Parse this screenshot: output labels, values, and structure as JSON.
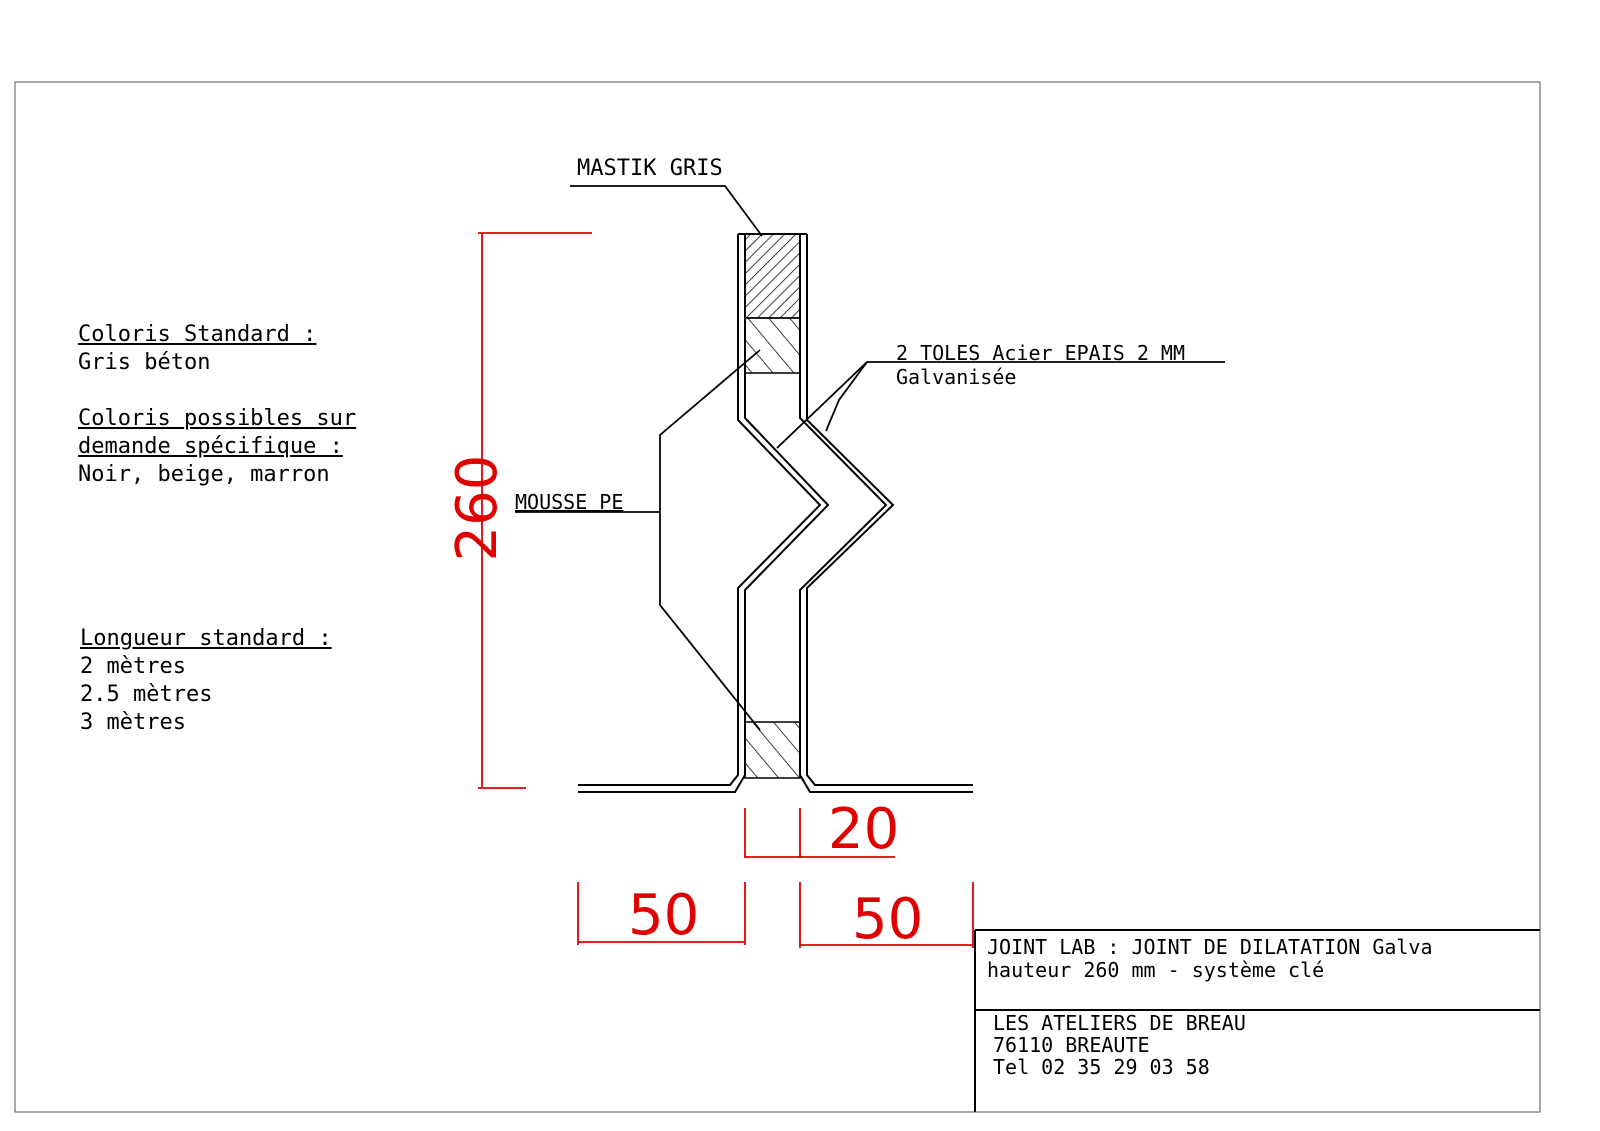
{
  "labels": {
    "mastik": "MASTIK GRIS",
    "toles_line1": "2 TOLES Acier EPAIS 2 MM",
    "toles_line2": "Galvanisée",
    "mousse": "MOUSSE PE"
  },
  "notes": {
    "coloris_standard_title": "Coloris Standard :",
    "coloris_standard_value": "Gris béton",
    "coloris_possibles_title_1": "Coloris possibles sur",
    "coloris_possibles_title_2": "demande spécifique :",
    "coloris_possibles_value": "Noir, beige, marron",
    "longueur_title": "Longueur standard :",
    "longueurs": [
      "2 mètres",
      "2.5 mètres",
      "3 mètres"
    ]
  },
  "dimensions": {
    "height": "260",
    "gap": "20",
    "flange_left": "50",
    "flange_right": "50"
  },
  "title_block": {
    "title_line1": "JOINT LAB : JOINT DE DILATATION Galva",
    "title_line2": "hauteur 260 mm - système clé",
    "company": "LES ATELIERS DE BREAU",
    "address": "76110 BREAUTE",
    "phone": "Tel 02 35 29 03 58"
  },
  "colors": {
    "dimension": "#e00000",
    "line": "#000000"
  }
}
